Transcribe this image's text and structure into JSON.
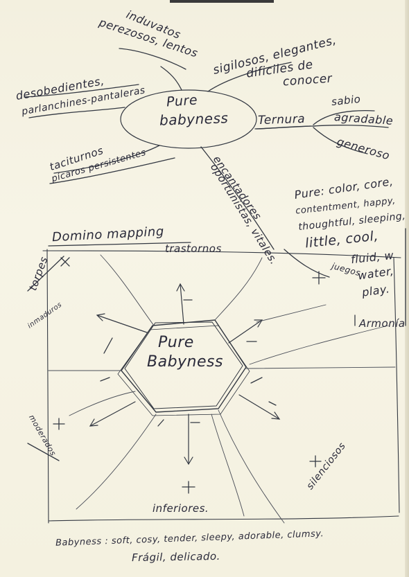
{
  "mind_map": {
    "center": [
      "Pure",
      "babyness"
    ],
    "branches": {
      "top_left_1": "induvatos",
      "top_left_2": "perezosos, lentos",
      "top_right_1": "sigilosos, elegantes,",
      "top_right_2": "dificiles de",
      "top_right_3": "conocer",
      "left_1": "desobedientes,",
      "left_2": "parlanchines-pantaleras",
      "right_main": "Ternura",
      "right_sub_1": "sabio",
      "right_sub_2": "agradable",
      "right_sub_3": "generoso",
      "bottom_left_1": "taciturnos",
      "bottom_left_2": "pícaros persistentes",
      "bottom_right_1": "encantadores",
      "bottom_right_2": "oportunistas, vitales."
    }
  },
  "pure_notes": [
    "Pure: color, core,",
    "contentment, happy,",
    "thoughtful, sleeping,",
    "little, cool,",
    "fluid, w",
    "water,",
    "play."
  ],
  "domino": {
    "title": "Domino mapping",
    "top_axis": "trastornos",
    "left_axis": "torpes",
    "left_small": "inmaduros",
    "left_bottom": "moderados",
    "right_axis": "Armonía",
    "right_small": "juegos",
    "bottom_right": "silenciosos",
    "bottom_axis": "inferiores.",
    "center": [
      "Pure",
      "Babyness"
    ]
  },
  "footer": {
    "line1": "Babyness : soft, cosy, tender, sleepy, adorable, clumsy.",
    "line2": "Frágil, delicado."
  }
}
